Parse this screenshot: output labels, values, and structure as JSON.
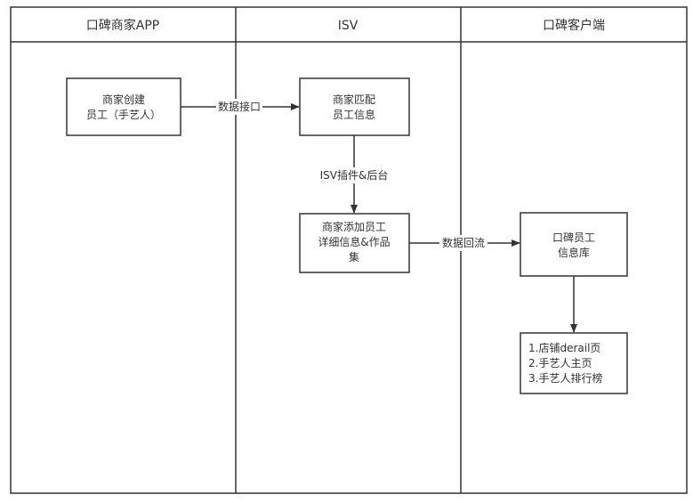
{
  "lanes": [
    {
      "title": "口碑商家APP"
    },
    {
      "title": "ISV"
    },
    {
      "title": "口碑客户端"
    }
  ],
  "nodes": {
    "merchant_create": {
      "lines": [
        "商家创建",
        "员工（手艺人）"
      ]
    },
    "merchant_match": {
      "lines": [
        "商家匹配",
        "员工信息"
      ]
    },
    "merchant_add": {
      "lines": [
        "商家添加员工",
        "详细信息&作品",
        "集"
      ]
    },
    "koubei_staff": {
      "lines": [
        "口碑员工",
        "信息库"
      ]
    },
    "outputs": {
      "lines": [
        "1.店铺derail页",
        "2.手艺人主页",
        "3.手艺人排行榜"
      ]
    }
  },
  "edges": {
    "data_interface": {
      "label": "数据接口"
    },
    "isv_plugin": {
      "label": "ISV插件&后台"
    },
    "data_backflow": {
      "label": "数据回流"
    }
  },
  "colors": {
    "line": "#333333",
    "node_border": "#333333",
    "background": "#ffffff"
  }
}
